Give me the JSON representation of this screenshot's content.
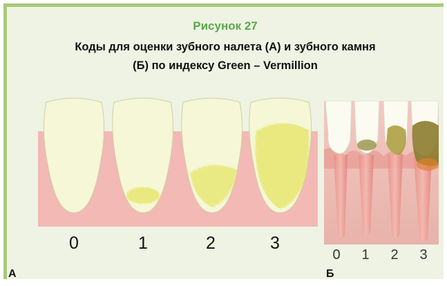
{
  "figure": {
    "number": "Рисунок 27",
    "caption_line1": "Коды для оценки зубного налета (А) и зубного камня",
    "caption_line2": "(Б) по индексу Green – Vermillion"
  },
  "panel_a": {
    "label": "А",
    "codes": [
      "0",
      "1",
      "2",
      "3"
    ],
    "colors": {
      "gum": "#f2b9b5",
      "tooth": "#f6f7d6",
      "plaque": "#e8e772"
    }
  },
  "panel_b": {
    "label": "Б",
    "codes": [
      "0",
      "1",
      "2",
      "3"
    ],
    "colors": {
      "gum": "#eba59c",
      "root": "#e88e86",
      "crown": "#fbfbf2",
      "calculus": "#a89a3a"
    }
  },
  "theme": {
    "border": "#a9c97c",
    "background": "#eef3e3",
    "accent": "#5aa84a"
  }
}
